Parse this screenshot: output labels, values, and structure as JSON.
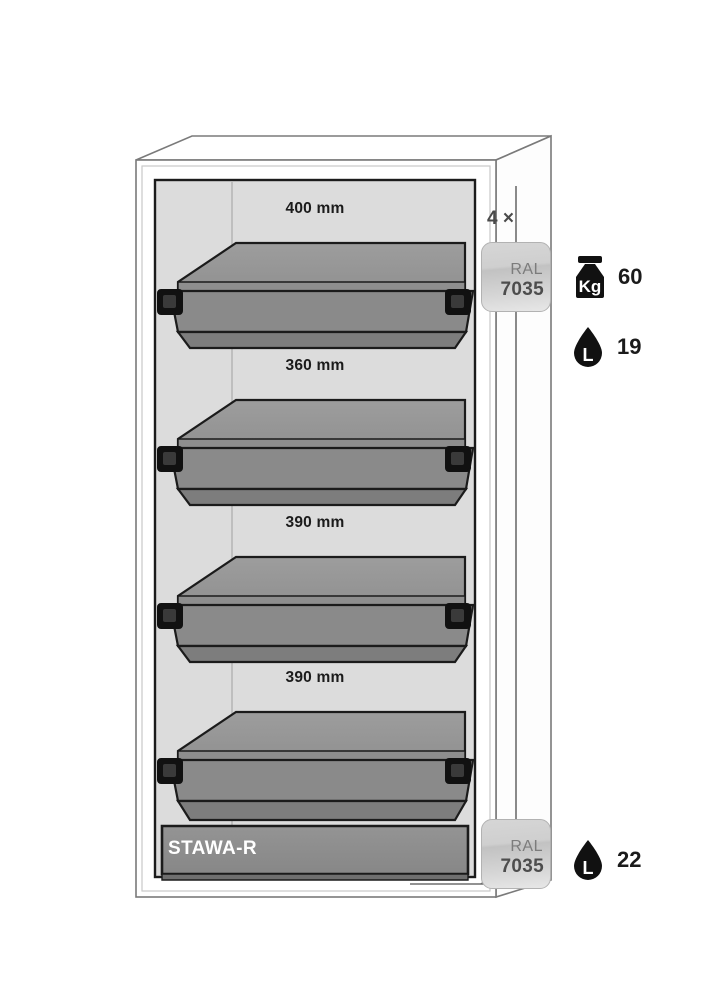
{
  "diagram": {
    "type": "safety-cabinet-cross-section",
    "product_label": "STAWA-R",
    "drawer_count_label": "4 ×",
    "drawers": [
      {
        "label": "400 mm",
        "index": 1
      },
      {
        "label": "360 mm",
        "index": 2
      },
      {
        "label": "390 mm",
        "index": 3
      },
      {
        "label": "390 mm",
        "index": 4
      }
    ],
    "annotations": {
      "top": {
        "ral": {
          "word": "RAL",
          "number": "7035"
        },
        "weight": {
          "icon": "weight-kg-icon",
          "unit": "Kg",
          "value": "60"
        },
        "volume": {
          "icon": "droplet-litre-icon",
          "unit": "L",
          "value": "19"
        }
      },
      "bottom": {
        "ral": {
          "word": "RAL",
          "number": "7035"
        },
        "volume": {
          "icon": "droplet-litre-icon",
          "unit": "L",
          "value": "22"
        }
      }
    },
    "colors": {
      "cabinet_body": "#ffffff",
      "cabinet_outline": "#6e6e6e",
      "interior_back": "#dcdcdc",
      "drawer_face": "#8a8a8a",
      "drawer_top": "#9a9a9a",
      "drawer_shadow": "#6f6f6f",
      "handle": "#111111",
      "sump": "#8a8a8a",
      "badge_border": "#b2b2b2",
      "text_dark": "#1b1b1b",
      "text_muted": "#7c7c7c"
    }
  }
}
